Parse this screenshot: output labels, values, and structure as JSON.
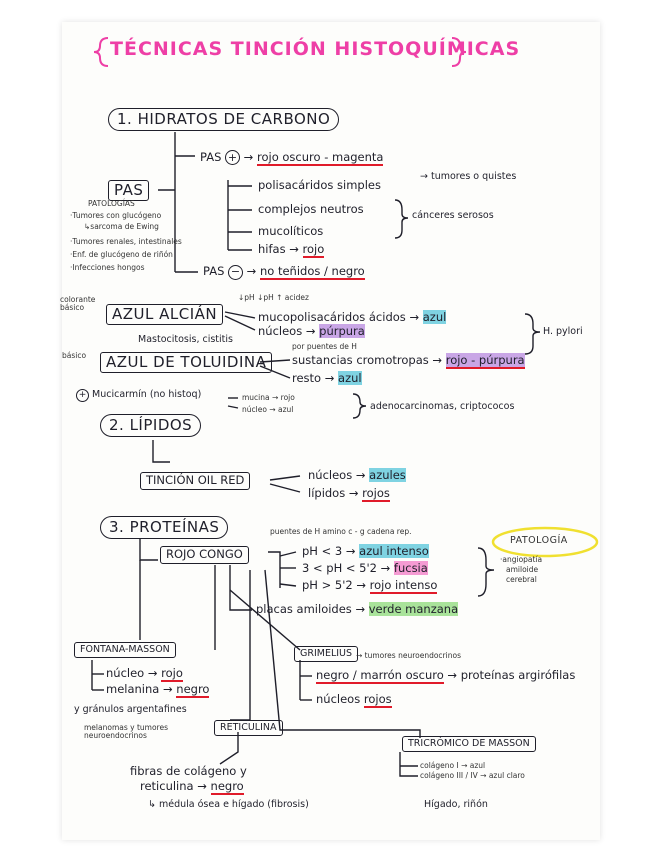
{
  "title": "TÉCNICAS TINCIÓN HISTOQUÍMICAS",
  "section1": {
    "heading": "1. HIDRATOS DE CARBONO",
    "pas_pos": "PAS",
    "pas_pos_result": "rojo oscuro - magenta",
    "pas_box": "PAS",
    "patologias_label": "PATOLOGÍAS",
    "patologias": [
      "·Tumores con glucógeno",
      "↳sarcoma de Ewing",
      "·Tumores renales, intestinales",
      "·Enf. de glucógeno de riñón",
      "·Infecciones hongos"
    ],
    "pas_items": [
      "polisacáridos simples",
      "complejos neutros",
      "mucolíticos",
      "hifas"
    ],
    "pas_side": "tumores o quistes",
    "pas_brace": "cánceres serosos",
    "hifas_result": "rojo",
    "pas_neg": "PAS",
    "pas_neg_result": "no teñidos / negro",
    "alcian_side_note": "colorante básico",
    "alcian": "AZUL ALCIÁN",
    "alcian_ph": "↓pH ↓pH ↑ acidez",
    "alcian_items": [
      "mucopolisacáridos ácidos",
      "núcleos"
    ],
    "alcian_results": [
      "azul",
      "púrpura"
    ],
    "alcian_brace": "H. pylori",
    "toluidina_note": "Mastocitosis, cistitis",
    "toluidina_side": "básico",
    "toluidina": "AZUL DE TOLUIDINA",
    "toluidina_small": "por puentes de H",
    "toluidina_items": [
      "sustancias cromotropas",
      "resto"
    ],
    "toluidina_results": [
      "rojo - púrpura",
      "azul"
    ],
    "mucicarmin": "Mucicarmín (no histoq)",
    "mucicarmin_items": [
      "mucina → rojo",
      "núcleo → azul"
    ],
    "mucicarmin_brace": "adenocarcinomas, criptococos"
  },
  "section2": {
    "heading": "2. LÍPIDOS",
    "oil_red": "TINCIÓN OIL RED",
    "items": [
      "núcleos",
      "lípidos"
    ],
    "results": [
      "azules",
      "rojos"
    ]
  },
  "section3": {
    "heading": "3. PROTEÍNAS",
    "rojo_congo": "ROJO CONGO",
    "note": "puentes de H amino c - g cadena rep.",
    "ph_items": [
      "pH < 3",
      "3 < pH < 5'2",
      "pH > 5'2"
    ],
    "ph_results": [
      "azul intenso",
      "fucsia",
      "rojo intenso"
    ],
    "patologia_label": "PATOLOGÍA",
    "patologia_lines": [
      "·angiopatía",
      "amiloide",
      "cerebral"
    ],
    "amiloides": "placas amiloides",
    "amiloides_result": "verde manzana",
    "fontana": "FONTANA-MASSON",
    "fontana_items": [
      "núcleo",
      "melanina"
    ],
    "fontana_results": [
      "rojo",
      "negro"
    ],
    "granulos": "y gránulos argentafines",
    "melanomas": "melanomas y tumores neuroendocrinos",
    "grimelius": "GRIMELIUS",
    "grimelius_note": "tumores neuroendocrinos",
    "grimelius_items": [
      "negro / marrón oscuro",
      "núcleos"
    ],
    "grimelius_results": [
      "proteínas argirófilas",
      "rojos"
    ],
    "reticulina": "RETICULINA",
    "reticulina_text": [
      "fibras de colágeno y",
      "reticulina"
    ],
    "reticulina_result": "negro",
    "reticulina_note": "médula ósea e hígado (fibrosis)",
    "tricromico": "TRICRÓMICO DE MASSON",
    "tricromico_items": [
      "colágeno I → azul",
      "colágeno III / IV → azul claro"
    ],
    "tricromico_note": "Hígado, riñón"
  }
}
